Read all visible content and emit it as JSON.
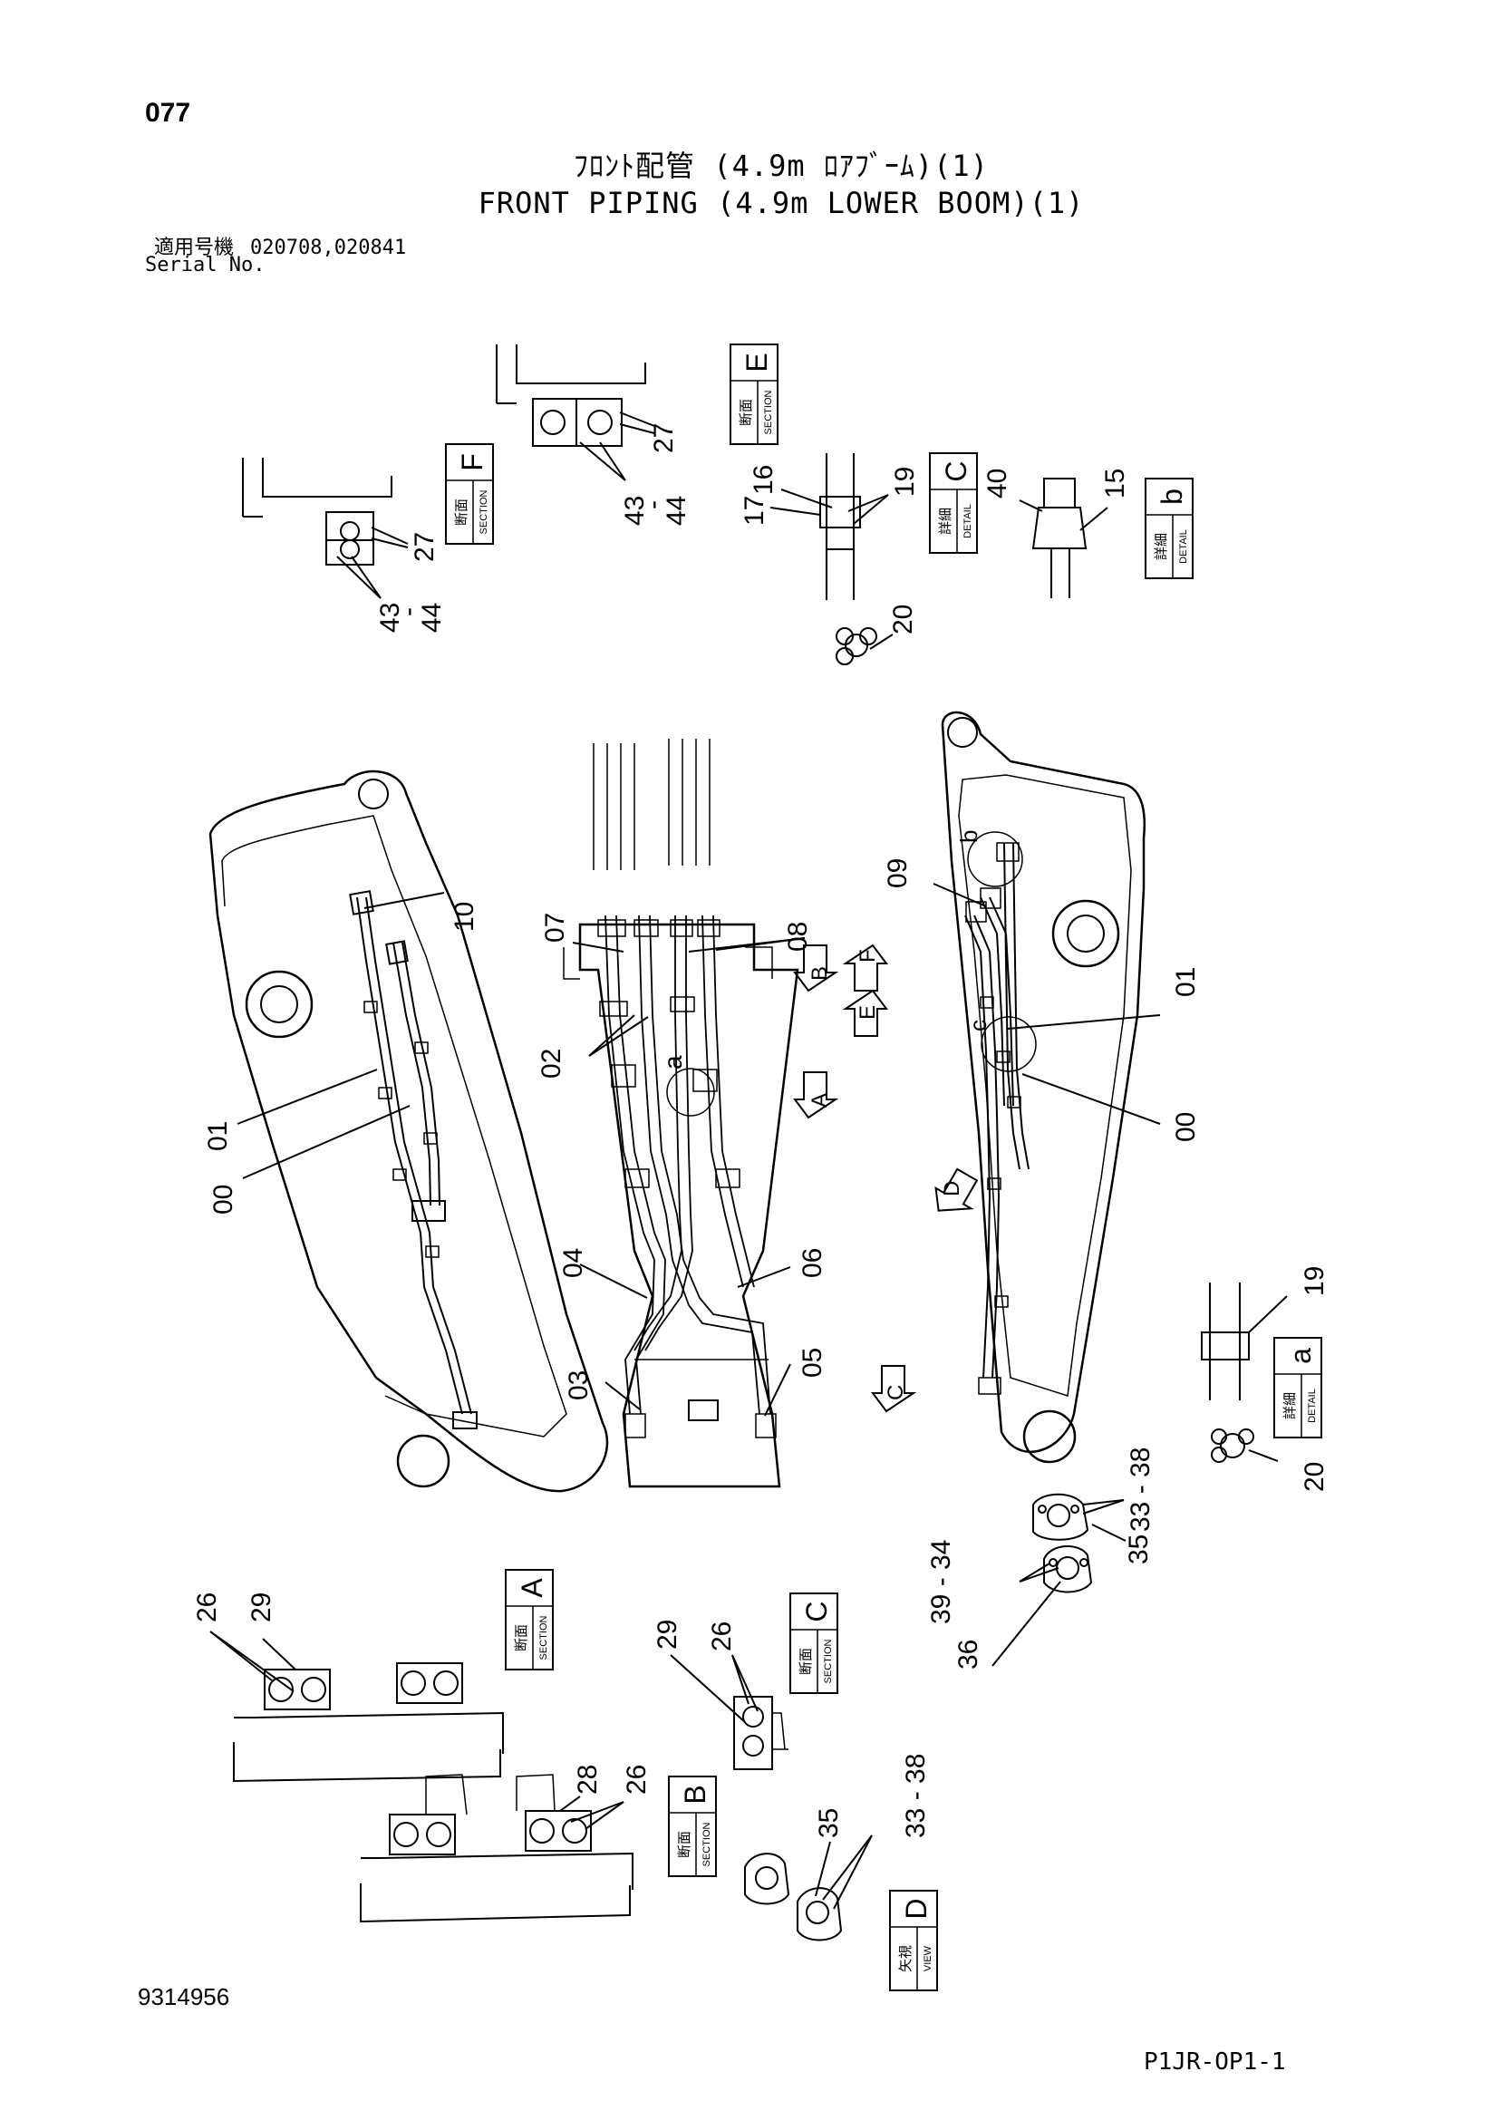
{
  "header": {
    "page_number": "077",
    "title_jp": "ﾌﾛﾝﾄ配管 (4.9m ﾛｱﾌﾞｰﾑ)(1)",
    "title_en": "FRONT PIPING (4.9m LOWER BOOM)(1)",
    "serial_label_jp": "適用号機",
    "serial_numbers": "020708,020841",
    "serial_label_en": "Serial No."
  },
  "footer": {
    "drawing_number": "9314956",
    "sheet_code": "P1JR-OP1-1"
  },
  "view_labels": {
    "section_jp": "断面",
    "section_en": "SECTION",
    "detail_jp": "詳細",
    "detail_en": "DETAIL",
    "view_jp": "矢視",
    "view_en": "VIEW",
    "letters": {
      "F": "F",
      "E": "E",
      "C": "C",
      "B": "B",
      "A": "A",
      "D": "D",
      "b": "b",
      "a": "a"
    }
  },
  "part_callouts": {
    "p00": "00",
    "p01": "01",
    "p02": "02",
    "p03": "03",
    "p04": "04",
    "p05": "05",
    "p06": "06",
    "p07": "07",
    "p08": "08",
    "p09": "09",
    "p10": "10",
    "p15": "15",
    "p16": "16",
    "p17": "17",
    "p19": "19",
    "p20": "20",
    "p26": "26",
    "p27": "27",
    "p28": "28",
    "p29": "29",
    "p33_38": "33\n-\n38",
    "p34_39": "39\n-\n34",
    "p35": "35",
    "p36": "36",
    "p40": "40",
    "p43_44": "43\n-\n44"
  },
  "arrow_labels": {
    "A": "A",
    "B": "B",
    "C": "C",
    "D": "D",
    "E": "E",
    "F": "F"
  },
  "detail_markers": {
    "a": "a",
    "b": "b",
    "c": "c"
  }
}
